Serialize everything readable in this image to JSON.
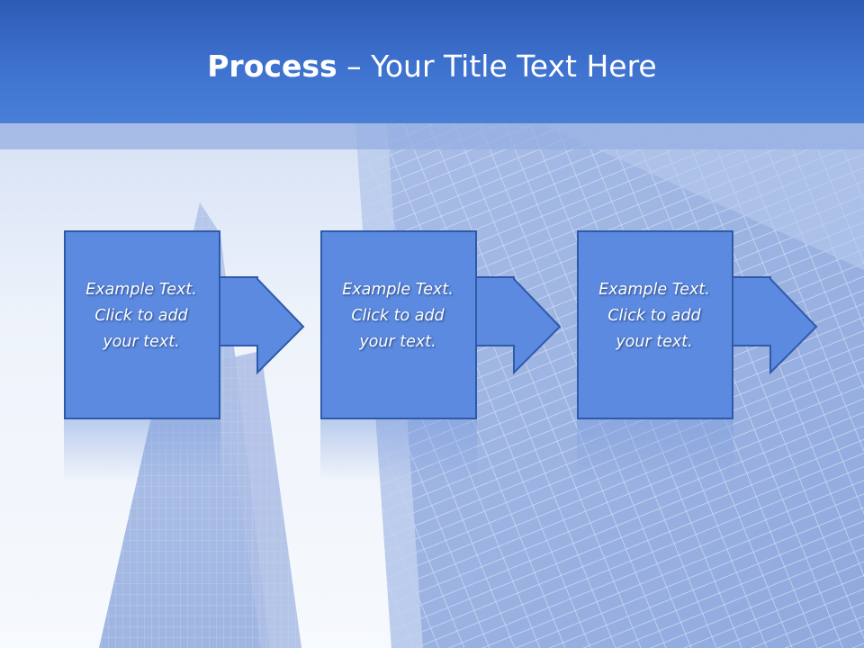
{
  "slide": {
    "title_bold": "Process",
    "title_separator": " – ",
    "title_rest": "Your Title Text Here"
  },
  "steps": [
    {
      "line1": "Example Text.",
      "line2": "Click  to add",
      "line3": "your text."
    },
    {
      "line1": "Example Text.",
      "line2": "Click  to add",
      "line3": "your text."
    },
    {
      "line1": "Example Text.",
      "line2": "Click  to add",
      "line3": "your text."
    }
  ],
  "colors": {
    "title_bar": "#3e72cf",
    "box_fill": "#5b8ae0",
    "box_border": "#2f5aa8",
    "text": "#ffffff"
  }
}
